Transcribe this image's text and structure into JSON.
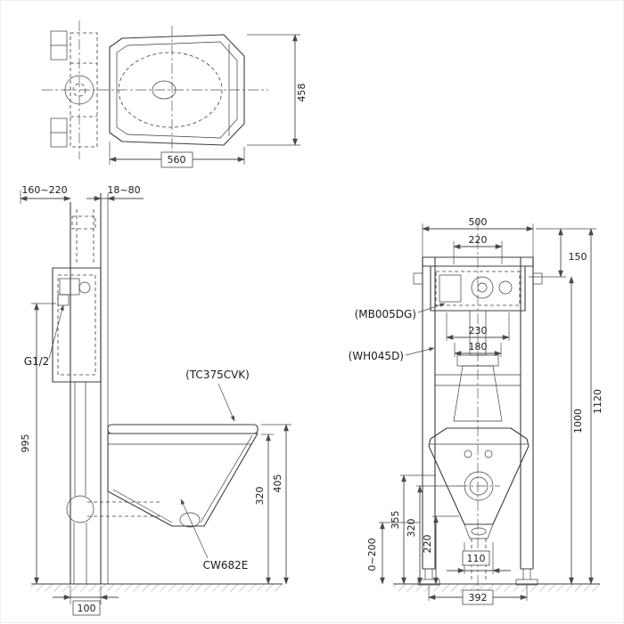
{
  "colors": {
    "line": "#3c3c3c",
    "background": "#ffffff"
  },
  "top_view": {
    "width": "560",
    "depth": "458"
  },
  "side_view": {
    "wall_depth_range": "160~220",
    "finish_gap_range": "18~80",
    "water_supply": "G1/2",
    "supply_height": "995",
    "seat_model": "(TC375CVK)",
    "bowl_model": "CW682E",
    "rim_height": "320",
    "seat_height": "405",
    "frame_depth": "100"
  },
  "front_view": {
    "frame_width": "500",
    "tank_width": "220",
    "top_offset": "150",
    "flush_plate_model": "(MB005DG)",
    "frame_model": "(WH045D)",
    "upper_pitch": "230",
    "lower_pitch": "180",
    "total_height": "1120",
    "frame_height": "1000",
    "height_355": "355",
    "height_320": "320",
    "height_220": "220",
    "leg_adjust_range": "0~200",
    "outlet_pitch": "110",
    "base_width": "392"
  }
}
